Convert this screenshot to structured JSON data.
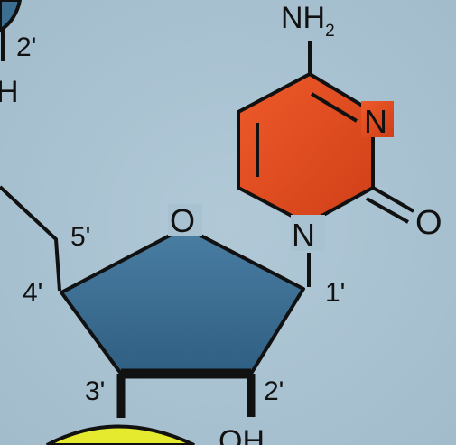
{
  "colors": {
    "background": "#a9c2d1",
    "sugar_ring": "#3c6e91",
    "base_ring": "#e24a1f",
    "neighbor_sugar": "#3c6e91",
    "neighbor_base": "#e6ea2e",
    "bond": "#111111"
  },
  "labels": {
    "amine": "NH",
    "amine_sub": "2",
    "base_n3": "N",
    "base_n1": "N",
    "carbonyl_o": "O",
    "ring_o": "O",
    "c5": "5'",
    "c4": "4'",
    "c3": "3'",
    "c2": "2'",
    "c1": "1'",
    "oh_bottom": "OH",
    "prev_c2": "2'",
    "prev_oh": "H"
  }
}
